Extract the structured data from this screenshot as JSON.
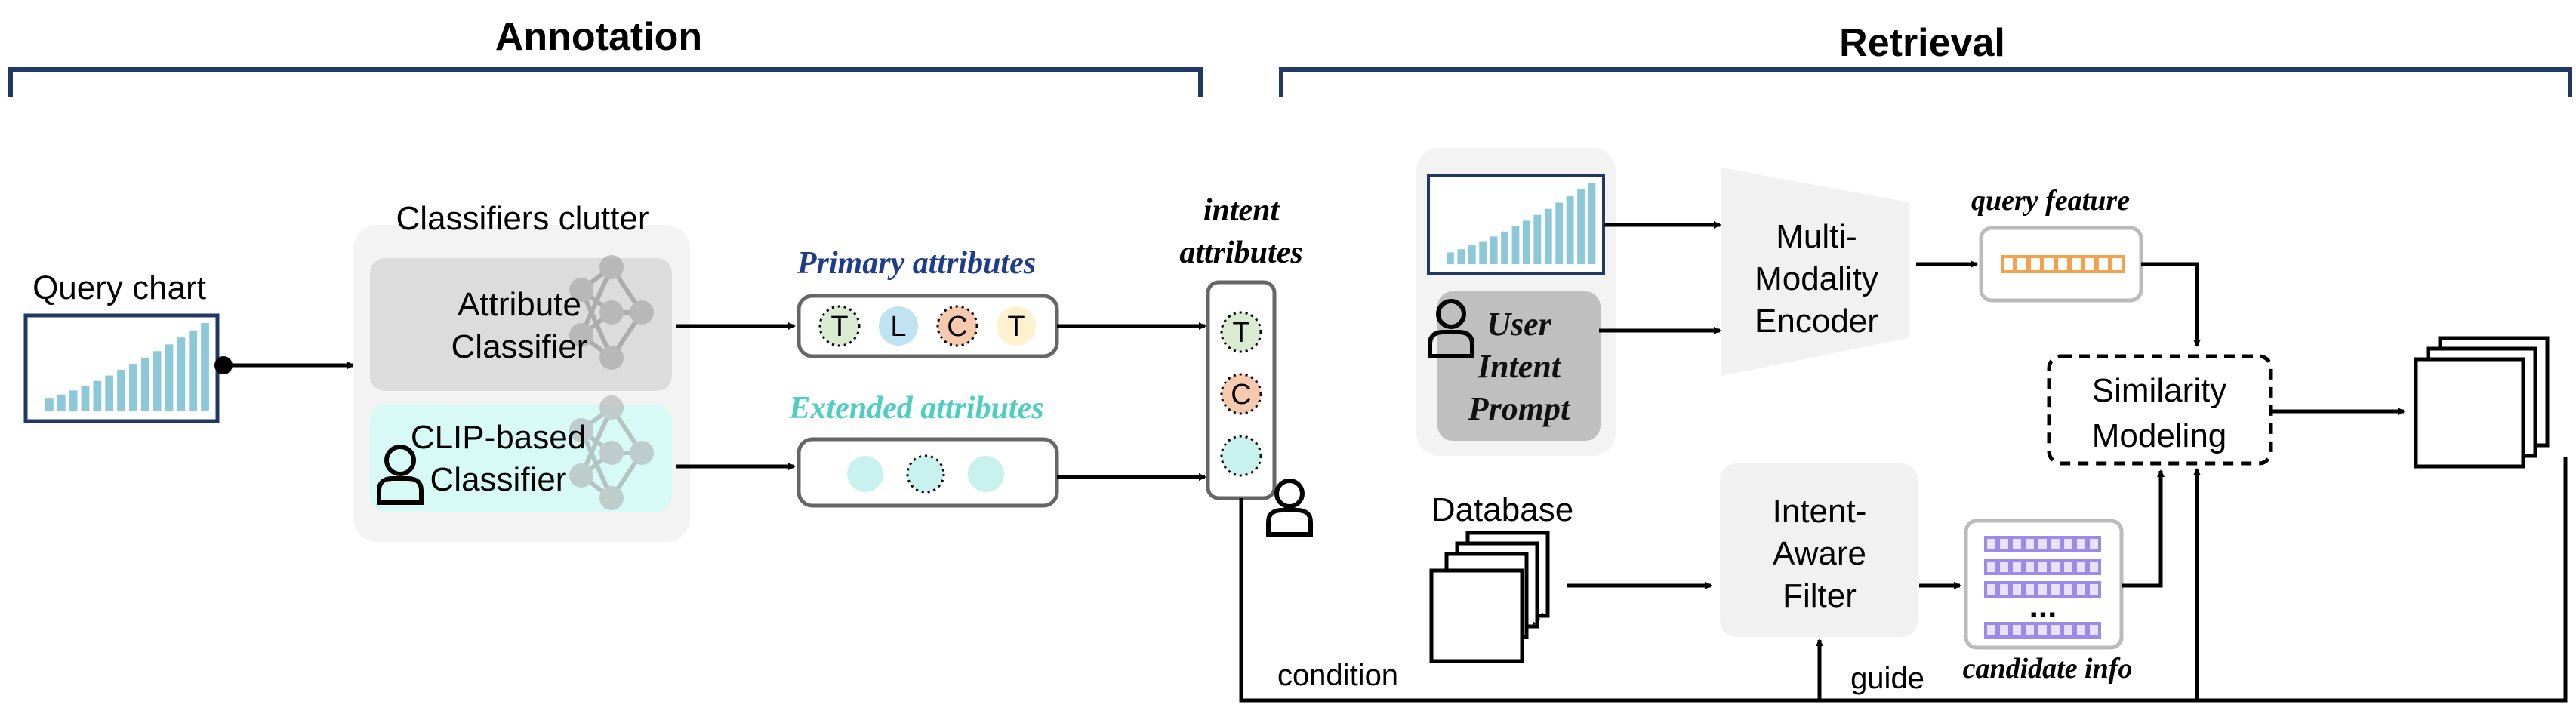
{
  "sections": {
    "annotation": "Annotation",
    "retrieval": "Retrieval"
  },
  "annotation": {
    "query_chart_label": "Query chart",
    "classifiers_title": "Classifiers clutter",
    "attribute_classifier": [
      "Attribute",
      "Classifier"
    ],
    "clip_classifier": [
      "CLIP-based",
      "Classifier"
    ],
    "primary_attributes_label": "Primary attributes",
    "extended_attributes_label": "Extended attributes",
    "primary_tokens": [
      {
        "letter": "T",
        "fill": "#d9ecd2",
        "dotted": true
      },
      {
        "letter": "L",
        "fill": "#bfe3f0",
        "dotted": false
      },
      {
        "letter": "C",
        "fill": "#f7c9ad",
        "dotted": true
      },
      {
        "letter": "T",
        "fill": "#fdf1cf",
        "dotted": false
      }
    ],
    "extended_tokens": [
      {
        "fill": "#c9f2ee",
        "dotted": false
      },
      {
        "fill": "#c9f2ee",
        "dotted": true
      },
      {
        "fill": "#c9f2ee",
        "dotted": false
      }
    ],
    "intent_attributes_label": [
      "intent",
      "attributes"
    ],
    "intent_tokens": [
      {
        "letter": "T",
        "fill": "#d9ecd2",
        "dotted": true
      },
      {
        "letter": "C",
        "fill": "#f7c9ad",
        "dotted": true
      },
      {
        "letter": "",
        "fill": "#c9f2ee",
        "dotted": true
      }
    ]
  },
  "retrieval": {
    "user_intent_prompt": [
      "User",
      "Intent",
      "Prompt"
    ],
    "encoder": [
      "Multi-",
      "Modality",
      "Encoder"
    ],
    "query_feature_label": "query feature",
    "similarity": [
      "Similarity",
      "Modeling"
    ],
    "database_label": "Database",
    "filter": [
      "Intent-",
      "Aware",
      "Filter"
    ],
    "candidate_info_label": "candidate info",
    "candidate_ellipsis": "...",
    "condition_label": "condition",
    "guide_label": "guide",
    "database_ellipsis": "..."
  },
  "colors": {
    "bracket": "#1f3864",
    "primary_label": "#1f3c8c",
    "extended_label": "#4ccfc0",
    "chart_bars": "#8cc8d8",
    "query_feature": "#f5a04a",
    "candidate": "#9b8ae8",
    "clip_bg": "#d7faf6",
    "attr_bg": "#dcdcdc",
    "panel_bg": "#f3f3f3"
  },
  "icons": [
    "user-icon",
    "neural-network-icon",
    "bar-chart-thumbnail",
    "stack-of-pages-icon"
  ]
}
